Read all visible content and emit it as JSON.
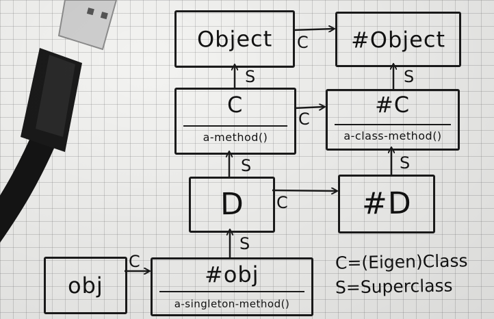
{
  "diagram": {
    "boxes": {
      "object": {
        "label": "Object"
      },
      "eigen_object": {
        "label": "#Object"
      },
      "c": {
        "label": "C",
        "method": "a-method()"
      },
      "eigen_c": {
        "label": "#C",
        "method": "a-class-method()"
      },
      "d": {
        "label": "D"
      },
      "eigen_d": {
        "label": "#D"
      },
      "obj": {
        "label": "obj"
      },
      "eigen_obj": {
        "label": "#obj",
        "method": "a-singleton-method()"
      }
    },
    "edges": {
      "object_to_eigen_object": "C",
      "c_to_object": "S",
      "eigen_c_to_eigen_object": "S",
      "c_to_eigen_c": "C",
      "d_to_c": "S",
      "eigen_d_to_eigen_c": "S",
      "d_to_eigen_d": "C",
      "eigen_obj_to_d": "S",
      "obj_to_eigen_obj": "C"
    },
    "legend": {
      "line1": "C=(Eigen)Class",
      "line2": "S=Superclass"
    }
  },
  "colors": {
    "ink": "#1b1b1b",
    "paper": "#f3f3f1",
    "grid": "#9a9a9a",
    "cable": "#151515",
    "connector": "#c8c8c8"
  }
}
